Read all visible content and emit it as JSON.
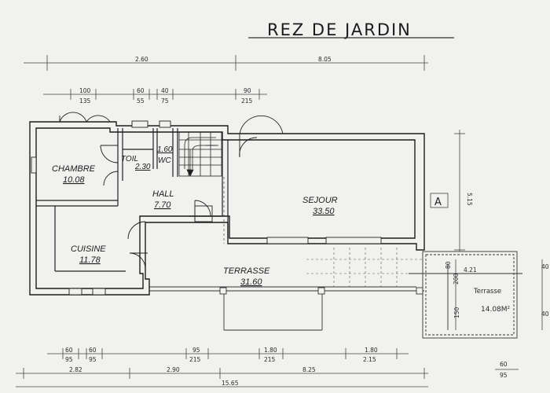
{
  "title": "REZ DE JARDIN",
  "rooms": {
    "chambre": {
      "name": "CHAMBRE",
      "area": "10.08"
    },
    "toilette": {
      "name": "TOIL",
      "area": "2.30"
    },
    "wc": {
      "name": "WC",
      "area": "1.60"
    },
    "hall": {
      "name": "HALL",
      "area": "7.70"
    },
    "sejour": {
      "name": "SEJOUR",
      "area": "33.50"
    },
    "cuisine": {
      "name": "CUISINE",
      "area": "11.78"
    },
    "terrasse": {
      "name": "TERRASSE",
      "area": "31.60"
    },
    "terrasse_ext": {
      "name": "Terrasse",
      "area": "14.08M²"
    }
  },
  "section_marker": "A",
  "dimensions_top": {
    "overall_left": "2.60",
    "overall_right": "8.05",
    "w1_top": "100",
    "w1_bot": "135",
    "w2_top": "60",
    "w2_bot": "55",
    "w3_top": "40",
    "w3_bot": "75",
    "w4_top": "90",
    "w4_bot": "215"
  },
  "dimensions_right": {
    "height_main": "5.15",
    "ext_a": "80",
    "ext_b": "200",
    "ext_width": "4.21",
    "ext_height": "150",
    "edge_a": "40",
    "edge_b": "40"
  },
  "dimensions_bottom": {
    "w5_top": "60",
    "w5_bot": "95",
    "w6_top": "60",
    "w6_bot": "95",
    "w7_top": "95",
    "w7_bot": "215",
    "w8_top": "1.80",
    "w8_bot": "215",
    "w9_top": "1.80",
    "w9_bot": "2.15",
    "w10_top": "60",
    "w10_bot": "95",
    "seg1": "2.82",
    "seg2": "2.90",
    "seg3": "8.25",
    "overall": "15.65"
  }
}
